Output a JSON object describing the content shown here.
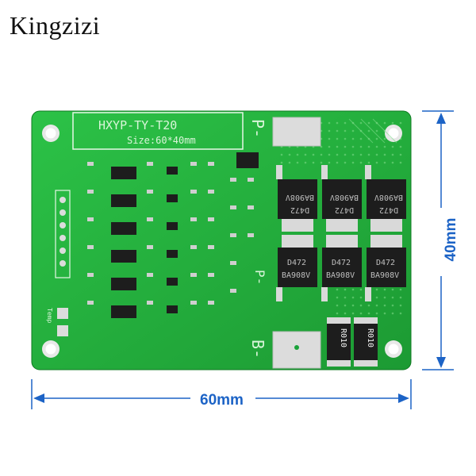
{
  "brand": {
    "text": "Kingzizi"
  },
  "board": {
    "model": "HXYP-TY-T20",
    "size": "Size:60*40mm",
    "label_p": "P-",
    "label_b": "B-",
    "label_temp": "Temp",
    "mosfet_top_mark": "BA908V",
    "mosfet_top_code": "D472",
    "mosfet_bottom_code": "D472",
    "mosfet_bottom_mark": "BA908V",
    "resistor_mark": "R010",
    "colors": {
      "pcb": "#22b03a",
      "pcb_dark": "#138a27",
      "silk": "#e6f7e6",
      "chip": "#1d1d1d",
      "pad": "#d9d9d9"
    }
  },
  "dimensions": {
    "width": "60mm",
    "height": "40mm",
    "color": "#1c63c6"
  }
}
